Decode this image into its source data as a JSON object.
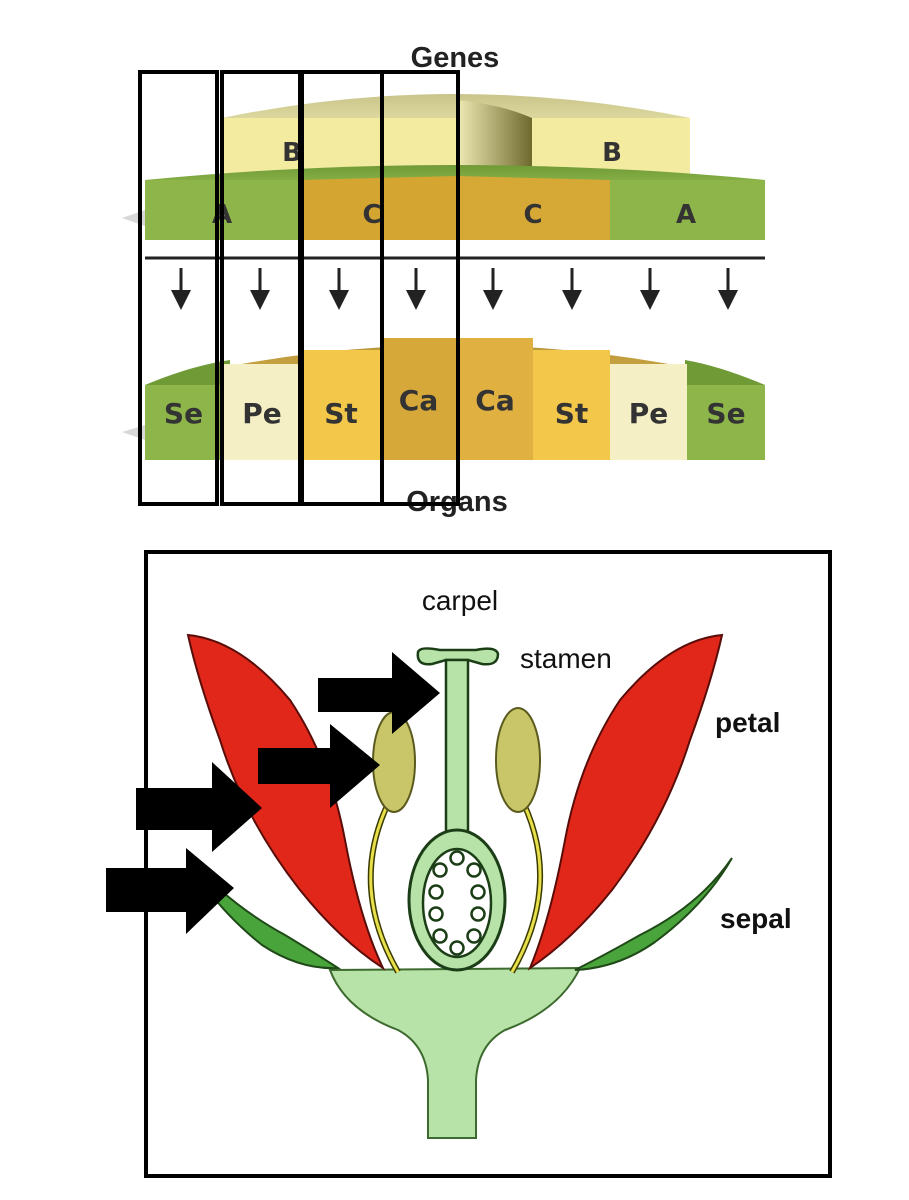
{
  "abc_model": {
    "genes_title": "Genes",
    "organs_title": "Organs",
    "b_genes": [
      "B",
      "B"
    ],
    "ac_genes": [
      "A",
      "C",
      "C",
      "A"
    ],
    "organs": [
      "Se",
      "Pe",
      "St",
      "Ca",
      "Ca",
      "St",
      "Pe",
      "Se"
    ]
  },
  "flower": {
    "labels": {
      "carpel": "carpel",
      "stamen": "stamen",
      "petal": "petal",
      "sepal": "sepal"
    }
  },
  "colors": {
    "a_green": "#8db54a",
    "c_gold": "#d4a531",
    "b_cream": "#f2eba0",
    "petal_red": "#e0271a",
    "sepal_green": "#4aa43c",
    "pale_green": "#b8e3a8",
    "anther_olive": "#c9c66a",
    "arrow_black": "#000000"
  }
}
